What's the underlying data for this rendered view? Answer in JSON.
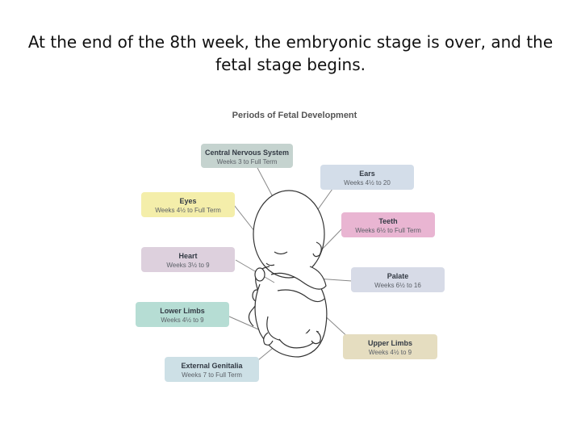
{
  "slide": {
    "title": "At the end of the 8th week, the embryonic stage is over, and the fetal stage begins."
  },
  "diagram": {
    "title": "Periods of Fetal Development",
    "labels": {
      "cns": {
        "name": "Central Nervous System",
        "range": "Weeks 3 to Full Term",
        "color": "#c5d3cf"
      },
      "ears": {
        "name": "Ears",
        "range": "Weeks 4½ to 20",
        "color": "#d3dde9"
      },
      "eyes": {
        "name": "Eyes",
        "range": "Weeks 4½ to Full Term",
        "color": "#f4eeaa"
      },
      "teeth": {
        "name": "Teeth",
        "range": "Weeks 6½ to Full Term",
        "color": "#e9b5d2"
      },
      "heart": {
        "name": "Heart",
        "range": "Weeks 3½ to 9",
        "color": "#ddd0dd"
      },
      "palate": {
        "name": "Palate",
        "range": "Weeks 6½ to 16",
        "color": "#d7dbe7"
      },
      "lowerLimbs": {
        "name": "Lower Limbs",
        "range": "Weeks 4½ to 9",
        "color": "#b6ddd4"
      },
      "upperLimbs": {
        "name": "Upper Limbs",
        "range": "Weeks 4½ to 9",
        "color": "#e5ddc0"
      },
      "genitalia": {
        "name": "External Genitalia",
        "range": "Weeks 7 to Full Term",
        "color": "#cde0e6"
      }
    }
  }
}
